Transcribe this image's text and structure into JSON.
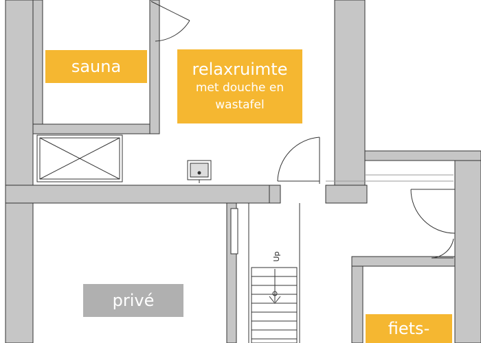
{
  "labels": {
    "sauna": "sauna",
    "relax_line1": "relaxruimte",
    "relax_line2": "met douche en",
    "relax_line3": "wastafel",
    "prive": "privé",
    "fiets": "fiets-"
  },
  "stairs": {
    "direction_label": "Up"
  },
  "colors": {
    "wall": "#c6c6c6",
    "wall_outline": "#333333",
    "label_orange": "#f5b731",
    "label_gray": "#b0b0b0",
    "floor": "#ffffff"
  }
}
